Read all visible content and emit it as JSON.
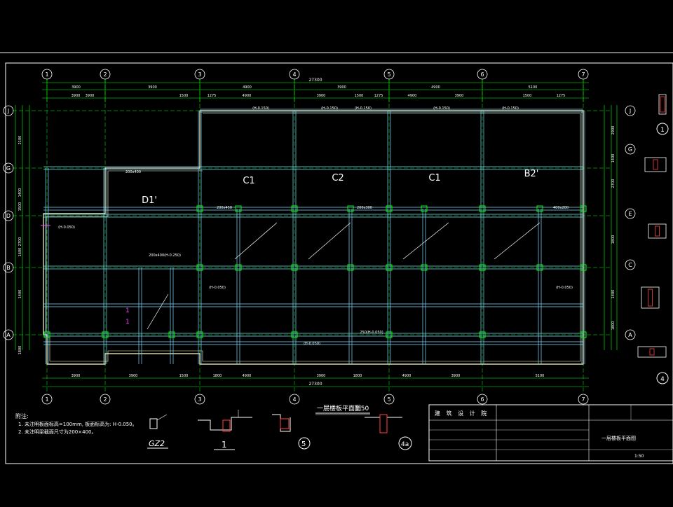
{
  "colors": {
    "background": "#000000",
    "frame": "#ffffff",
    "dim": "#00ff00",
    "beam": "#7fd8ff",
    "wall": "#ffffcc",
    "label": "#ffffff",
    "accent": "#ff40ff"
  },
  "axes": {
    "numbers": [
      "1",
      "2",
      "3",
      "4",
      "5",
      "6",
      "7"
    ],
    "letters_left": [
      "J",
      "G",
      "D",
      "B",
      "A"
    ],
    "letters_right": [
      "J",
      "G",
      "E",
      "C",
      "A"
    ]
  },
  "dimensions": {
    "overall": "27300",
    "top_segments": [
      "3900",
      "3900",
      "4900",
      "3900",
      "4900",
      "5100"
    ],
    "top_detail": [
      "3900",
      "3900",
      "1500",
      "1275",
      "4900",
      "3900",
      "1500",
      "1275",
      "4900",
      "3900",
      "1500",
      "1275"
    ],
    "bottom_segments": [
      "3900",
      "3900",
      "1500",
      "1800",
      "4900",
      "3900",
      "1800",
      "4900",
      "3900",
      "5100"
    ],
    "left_segments": [
      "2100",
      "1400",
      "1500",
      "2700",
      "1600",
      "1400",
      "1800"
    ],
    "right_segments": [
      "2900",
      "1400",
      "2700",
      "1800",
      "1400",
      "1800"
    ]
  },
  "rooms": [
    "D1'",
    "C1",
    "C2",
    "C1",
    "B2'"
  ],
  "elevations": [
    "(H-0.150)",
    "(H-0.150)",
    "(H-0.150)",
    "(H-0.150)",
    "(H-0.150)",
    "(H-0.050)",
    "(H-0.050)",
    "(H-0.050)",
    "(H-0.050)"
  ],
  "beams": [
    "200x400",
    "200x450",
    "200x300",
    "400x200",
    "200x400(H-0.250)",
    "250(H-0.050)"
  ],
  "markers": [
    "1",
    "1",
    "4"
  ],
  "notes": {
    "heading": "附注:",
    "lines": [
      "1. 未注明板面标高=100mm, 板面标高为: H-0.050。",
      "2. 未注明梁截面尺寸为200×400。"
    ]
  },
  "plan_title": "一层楼板平面图",
  "plan_scale": "1:50",
  "details": [
    {
      "label": "GZ2"
    },
    {
      "label": "1"
    },
    {
      "label": "5"
    },
    {
      "label": "4a"
    }
  ],
  "title_block": {
    "firm": "建 筑 设 计 院",
    "drawing_name": "一层楼板平面图",
    "scale": "1:50"
  }
}
